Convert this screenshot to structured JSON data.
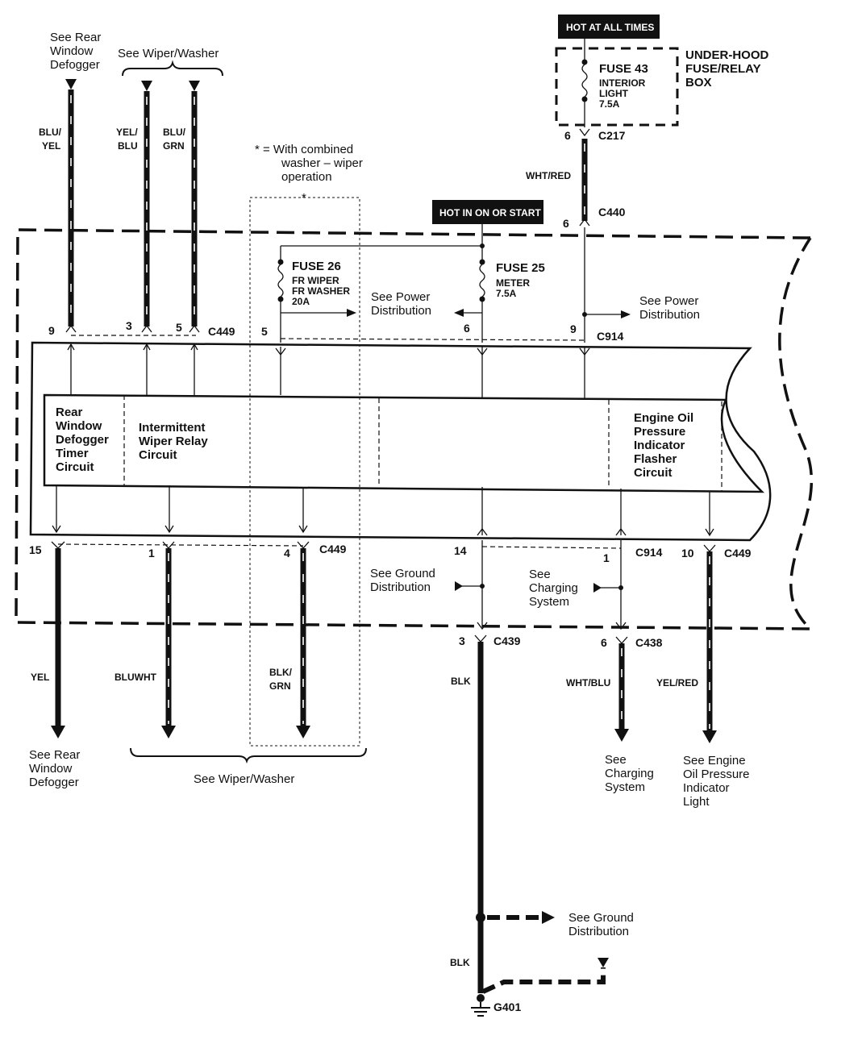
{
  "notes": {
    "rear_defogger_top": [
      "See Rear",
      "Window",
      "Defogger"
    ],
    "wiper_washer_top": "See Wiper/Washer",
    "combined_footnote": [
      "* = With combined",
      "washer – wiper",
      "operation"
    ],
    "asterisk": "*",
    "power_dist_1": [
      "See Power",
      "Distribution"
    ],
    "power_dist_2": [
      "See Power",
      "Distribution"
    ],
    "ground_dist_mid": [
      "See Ground",
      "Distribution"
    ],
    "charging_mid": [
      "See",
      "Charging",
      "System"
    ],
    "rear_defogger_bottom": [
      "See Rear",
      "Window",
      "Defogger"
    ],
    "wiper_washer_bottom": "See Wiper/Washer",
    "charging_bottom": [
      "See",
      "Charging",
      "System"
    ],
    "oil_light_bottom": [
      "See Engine",
      "Oil Pressure",
      "Indicator",
      "Light"
    ],
    "ground_dist_low": [
      "See Ground",
      "Distribution"
    ]
  },
  "hot_labels": {
    "always": "HOT AT ALL TIMES",
    "on_start": "HOT IN ON OR START"
  },
  "fuse_box": {
    "title": [
      "UNDER-HOOD",
      "FUSE/RELAY",
      "BOX"
    ]
  },
  "fuses": {
    "f43": {
      "name": "FUSE 43",
      "desc": [
        "INTERIOR",
        "LIGHT",
        "7.5A"
      ]
    },
    "f26": {
      "name": "FUSE 26",
      "desc": [
        "FR WIPER",
        "FR WASHER",
        "20A"
      ]
    },
    "f25": {
      "name": "FUSE 25",
      "desc": [
        "METER",
        "7.5A"
      ]
    }
  },
  "wire_colors": {
    "blu_yel": [
      "BLU/",
      "YEL"
    ],
    "yel_blu": [
      "YEL/",
      "BLU"
    ],
    "blu_grn": [
      "BLU/",
      "GRN"
    ],
    "wht_red": "WHT/RED",
    "yel": "YEL",
    "bluwht": "BLUWHT",
    "blk_grn": [
      "BLK/",
      "GRN"
    ],
    "blk_1": "BLK",
    "wht_blu": "WHT/BLU",
    "yel_red": "YEL/RED",
    "blk_2": "BLK"
  },
  "connectors": {
    "c217": "C217",
    "c440": "C440",
    "c449_top": "C449",
    "c914_top": "C914",
    "c449_bot_a": "C449",
    "c914_bot": "C914",
    "c449_bot_b": "C449",
    "c439": "C439",
    "c438": "C438",
    "g401": "G401"
  },
  "pins": {
    "p6_c217": "6",
    "p6_c440": "6",
    "t9": "9",
    "t3": "3",
    "t5a": "5",
    "t5b": "5",
    "t6": "6",
    "t9b": "9",
    "b15": "15",
    "b1": "1",
    "b4": "4",
    "b14": "14",
    "b1b": "1",
    "b10": "10",
    "p3_c439": "3",
    "p6_c438": "6"
  },
  "circuits": {
    "defogger": [
      "Rear",
      "Window",
      "Defogger",
      "Timer",
      "Circuit"
    ],
    "wiper": [
      "Intermittent",
      "Wiper Relay",
      "Circuit"
    ],
    "oil": [
      "Engine Oil",
      "Pressure",
      "Indicator",
      "Flasher",
      "Circuit"
    ]
  }
}
